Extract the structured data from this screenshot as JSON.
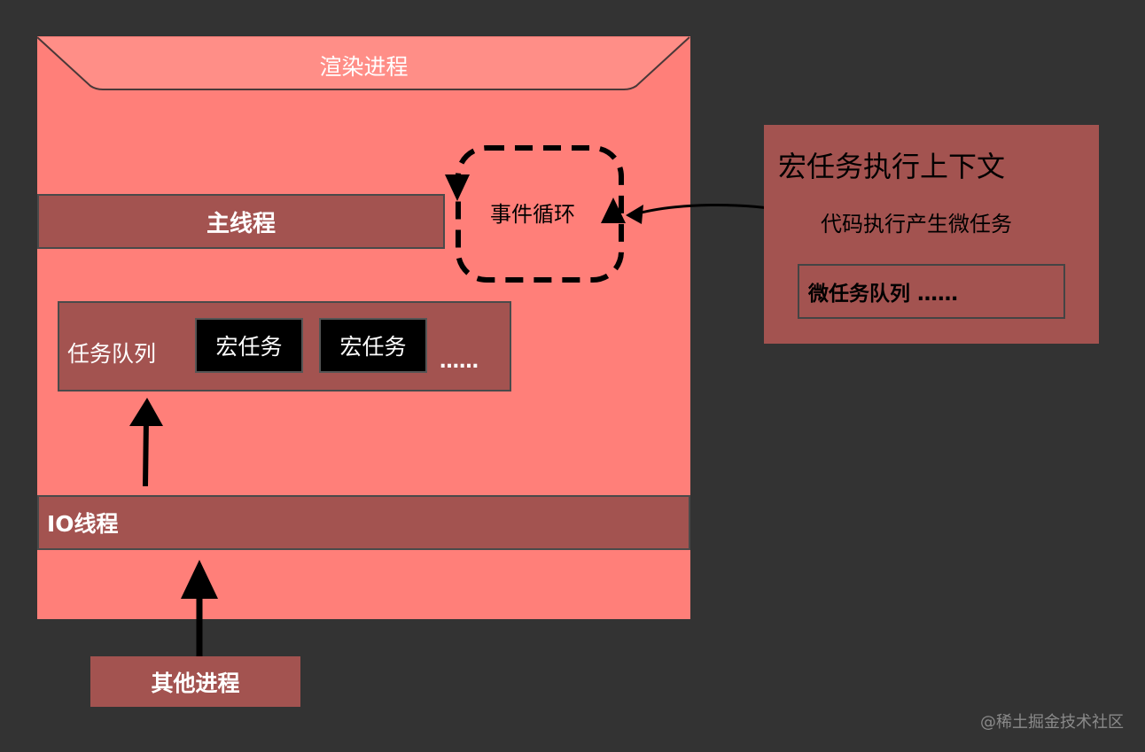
{
  "render_process": {
    "title": "渲染进程"
  },
  "main_thread": {
    "label": "主线程"
  },
  "event_loop": {
    "label": "事件循环"
  },
  "task_queue": {
    "label": "任务队列",
    "items": [
      "宏任务",
      "宏任务"
    ],
    "ellipsis": "……"
  },
  "io_thread": {
    "label": "IO线程"
  },
  "other_process": {
    "label": "其他进程"
  },
  "macro_context": {
    "title": "宏任务执行上下文",
    "subtitle": "代码执行产生微任务",
    "micro_queue_label": "微任务队列 ……"
  },
  "watermark": "@稀土掘金技术社区",
  "colors": {
    "background": "#333333",
    "process_fill": "#FF7F79",
    "bar_fill": "#A35350",
    "task_box": "#000000"
  }
}
